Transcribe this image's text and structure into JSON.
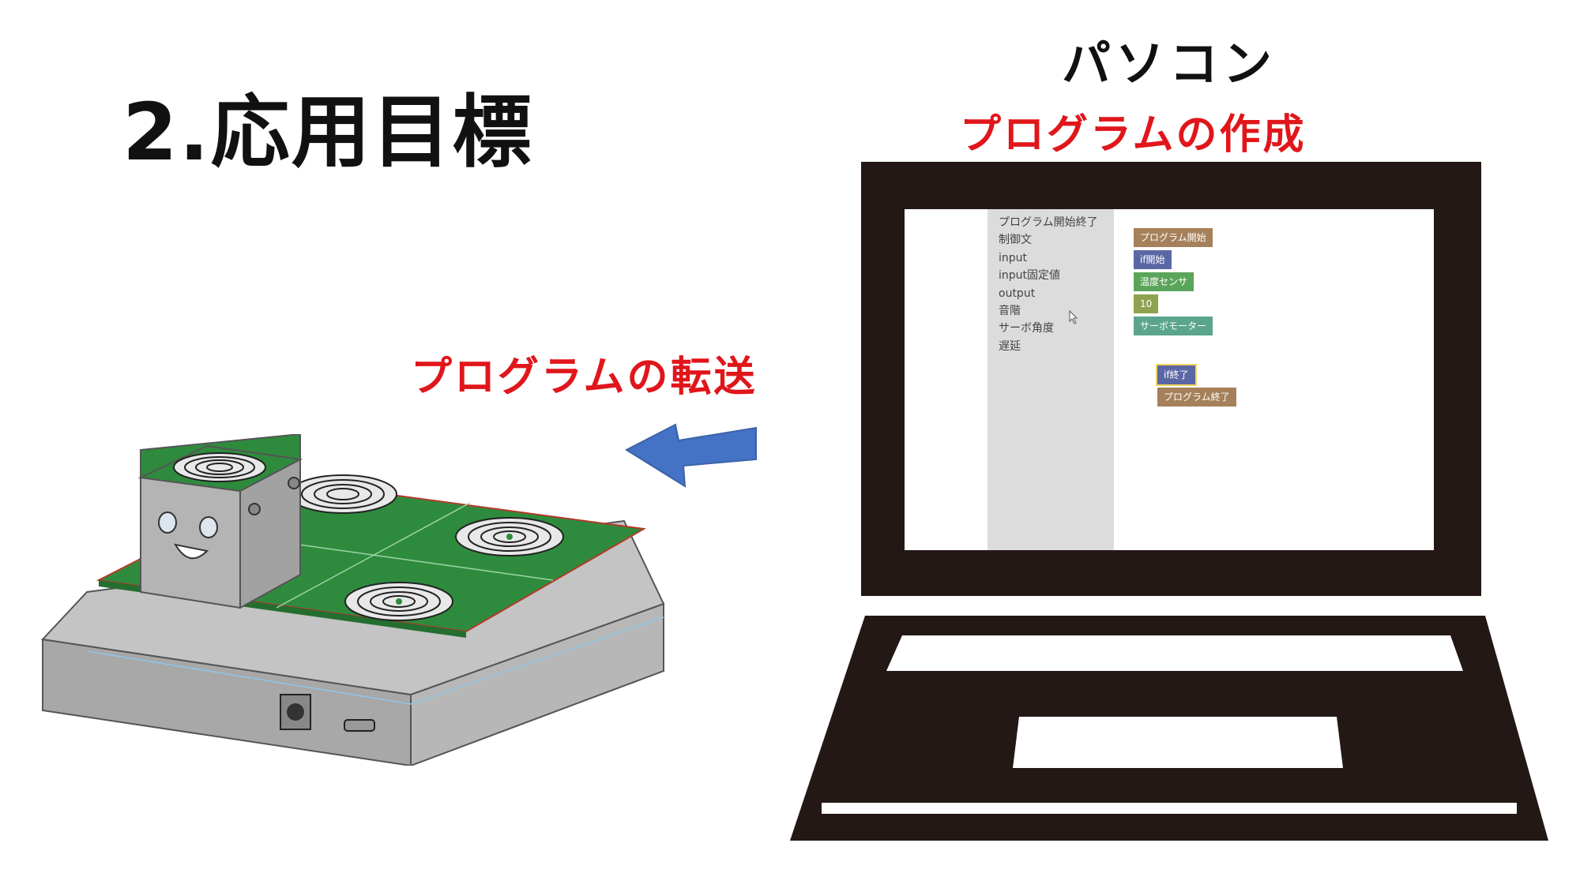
{
  "title": "2.応用目標",
  "pc_label": "パソコン",
  "create_label": "プログラムの作成",
  "transfer_label": "プログラムの転送",
  "colors": {
    "accent_red": "#e0161b",
    "arrow_blue": "#4472c4",
    "board_green": "#2e8b3d",
    "block_brown": "#a5805a",
    "block_blue": "#5b67a5",
    "block_green": "#5ba55b",
    "block_olive": "#8fa24f",
    "block_teal": "#5ba58c"
  },
  "palette": {
    "items": [
      "プログラム開始終了",
      "制御文",
      "input",
      "input固定値",
      "output",
      "音階",
      "サーボ角度",
      "遅延"
    ]
  },
  "blocks": {
    "program_start": "プログラム開始",
    "if_start": "if開始",
    "temp_sensor": "温度センサ",
    "value_10": "10",
    "servo_motor": "サーボモーター",
    "if_end": "if終了",
    "program_end": "プログラム終了"
  }
}
